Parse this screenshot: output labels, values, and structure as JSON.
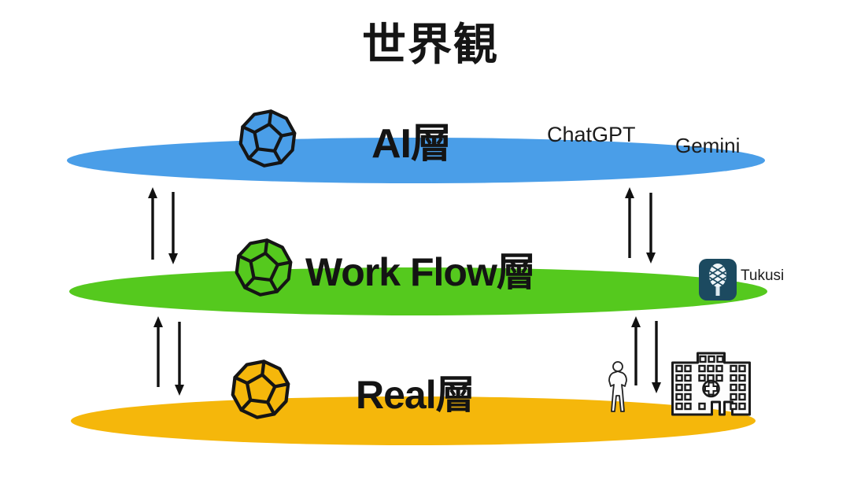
{
  "title": "世界観",
  "colors": {
    "ai_blue": "#4A9EE8",
    "workflow_green": "#55C91E",
    "real_yellow": "#F5B70B",
    "tukusi_bg": "#1C4A60",
    "ink": "#151515"
  },
  "layers": {
    "ai": {
      "label": "AI層",
      "color": "#4A9EE8",
      "services": {
        "chatgpt": "ChatGPT",
        "gemini": "Gemini"
      }
    },
    "workflow": {
      "label": "Work Flow層",
      "color": "#55C91E",
      "app": {
        "name": "Tukusi"
      }
    },
    "real": {
      "label": "Real層",
      "color": "#F5B70B"
    }
  }
}
